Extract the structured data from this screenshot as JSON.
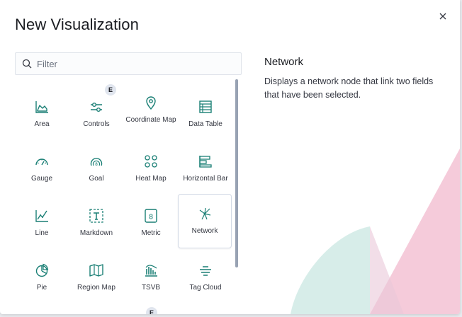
{
  "modal": {
    "title": "New Visualization",
    "close_icon": "close-icon"
  },
  "search": {
    "placeholder": "Filter",
    "value": "",
    "icon": "search-icon"
  },
  "visualizations": [
    {
      "label": "Area",
      "icon": "area-chart-icon"
    },
    {
      "label": "Controls",
      "icon": "controls-icon",
      "badge": "E"
    },
    {
      "label": "Coordinate Map",
      "icon": "map-pin-icon"
    },
    {
      "label": "Data Table",
      "icon": "data-table-icon"
    },
    {
      "label": "Gauge",
      "icon": "gauge-icon"
    },
    {
      "label": "Goal",
      "icon": "goal-icon"
    },
    {
      "label": "Heat Map",
      "icon": "heat-map-icon"
    },
    {
      "label": "Horizontal Bar",
      "icon": "horizontal-bar-icon"
    },
    {
      "label": "Line",
      "icon": "line-chart-icon"
    },
    {
      "label": "Markdown",
      "icon": "markdown-icon"
    },
    {
      "label": "Metric",
      "icon": "metric-icon"
    },
    {
      "label": "Network",
      "icon": "network-icon",
      "selected": true
    },
    {
      "label": "Pie",
      "icon": "pie-chart-icon"
    },
    {
      "label": "Region Map",
      "icon": "region-map-icon"
    },
    {
      "label": "TSVB",
      "icon": "tsvb-icon"
    },
    {
      "label": "Tag Cloud",
      "icon": "tag-cloud-icon"
    }
  ],
  "partial_badge": "E",
  "description": {
    "title": "Network",
    "text": "Displays a network node that link two fields that have been selected."
  },
  "colors": {
    "icon_teal": "#1a7f75",
    "decor_pink": "#f3c2d4",
    "decor_mint": "#d3ebe7"
  }
}
